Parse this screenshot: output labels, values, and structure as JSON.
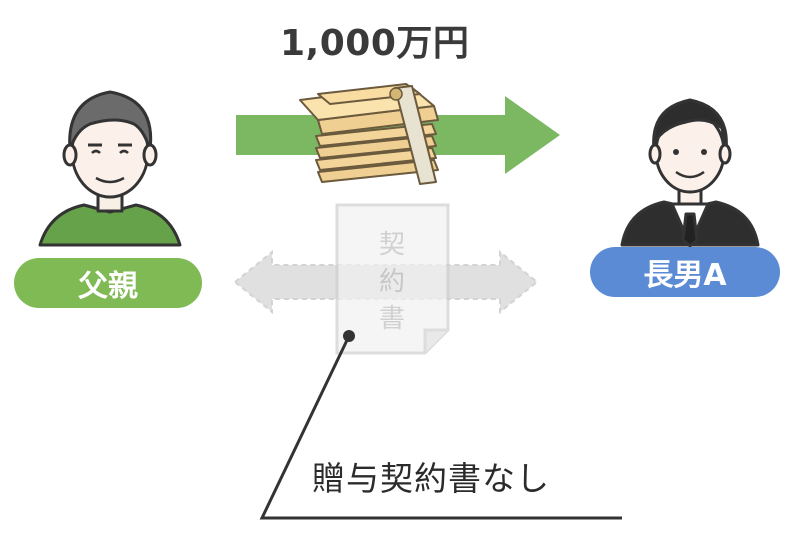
{
  "amount_label": "1,000万円",
  "father": {
    "label": "父親",
    "color": "#7fba55"
  },
  "son": {
    "label": "長男A",
    "color": "#5a8bd4"
  },
  "contract_doc": {
    "text": [
      "契",
      "約",
      "書"
    ]
  },
  "note_text": "贈与契約書なし",
  "colors": {
    "arrow_green": "#7cb861",
    "arrow_gray": "#d9d9d9",
    "cash": "#f3d59a",
    "line": "#333333"
  }
}
